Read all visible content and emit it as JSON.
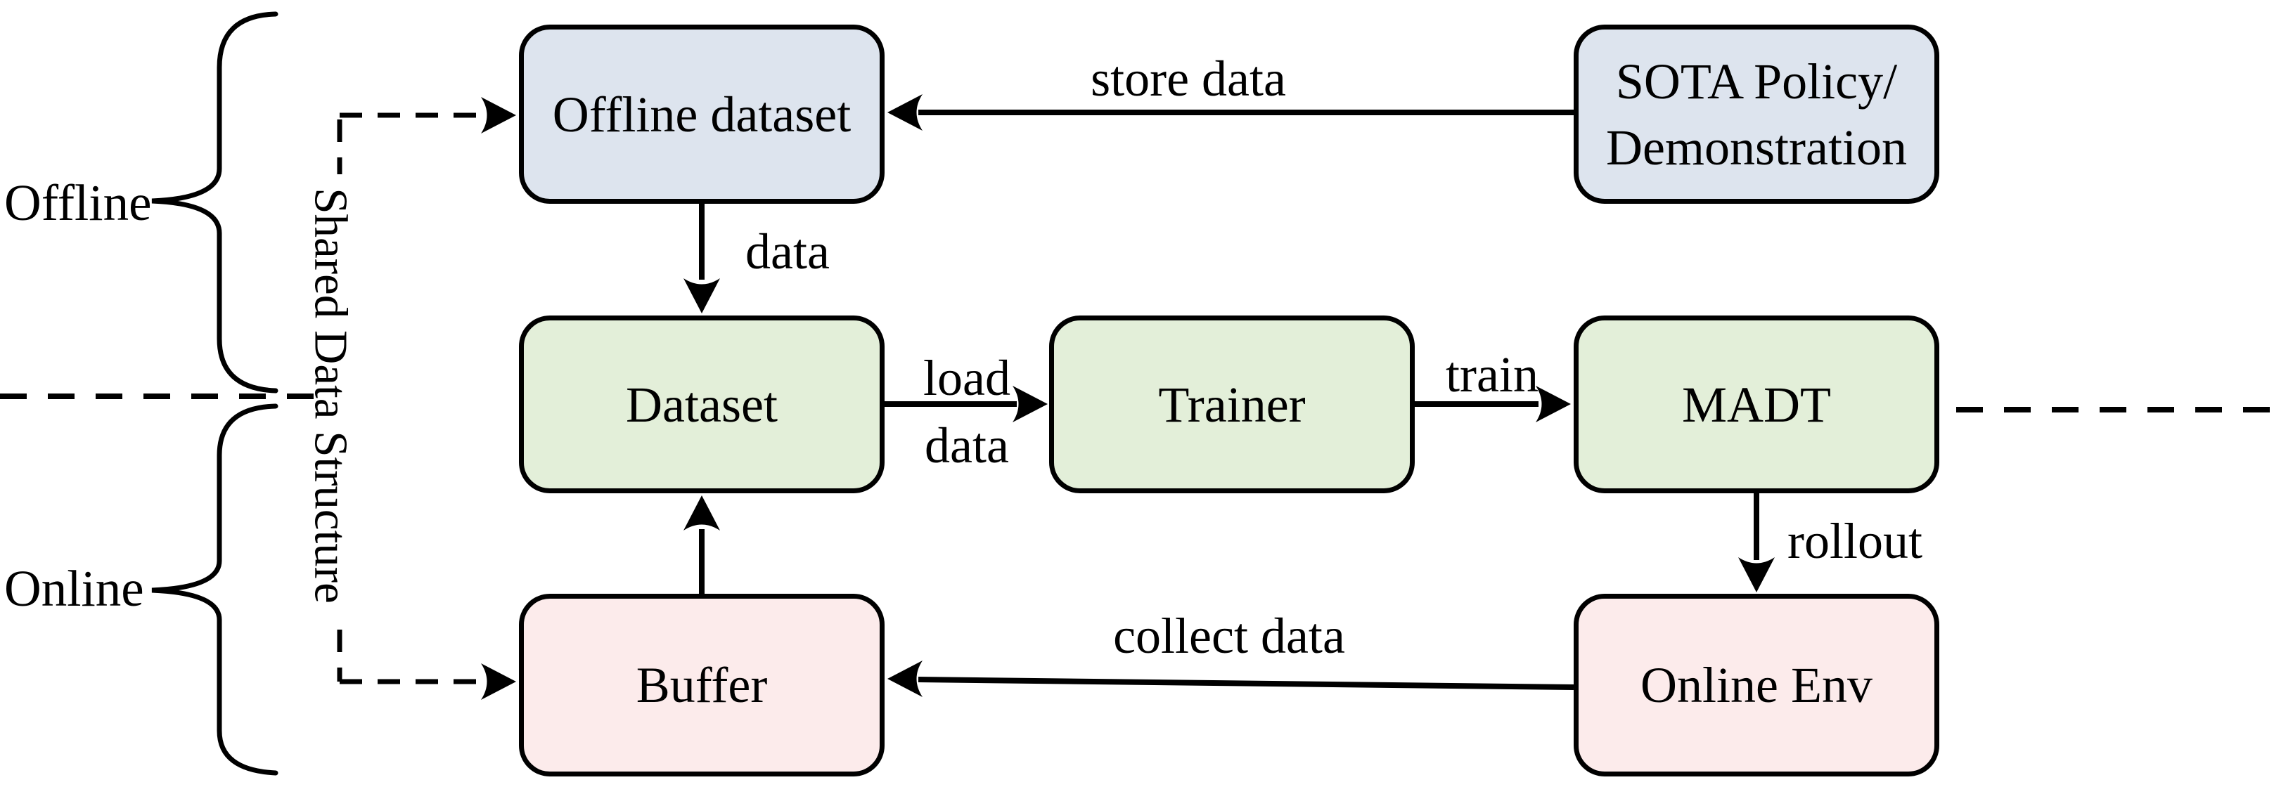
{
  "colors": {
    "ink": "#000000",
    "background": "#ffffff",
    "box_blue": "#dde4ee",
    "box_green": "#e3efd9",
    "box_pink": "#fcebeb"
  },
  "groups": {
    "offline_label": "Offline",
    "online_label": "Online",
    "shared_axis_label": "Shared Data Structure"
  },
  "nodes": {
    "offline_dataset": {
      "label": "Offline dataset"
    },
    "sota_policy": {
      "label_line1": "SOTA Policy/",
      "label_line2": "Demonstration"
    },
    "dataset": {
      "label": "Dataset"
    },
    "trainer": {
      "label": "Trainer"
    },
    "madt": {
      "label": "MADT"
    },
    "buffer": {
      "label": "Buffer"
    },
    "online_env": {
      "label": "Online Env"
    }
  },
  "edges": {
    "store_data": {
      "label": "store data"
    },
    "offline_to_dataset": {
      "label": "data"
    },
    "load_data": {
      "label_line1": "load",
      "label_line2": "data"
    },
    "train": {
      "label": "train"
    },
    "rollout": {
      "label": "rollout"
    },
    "collect_data": {
      "label": "collect data"
    }
  }
}
